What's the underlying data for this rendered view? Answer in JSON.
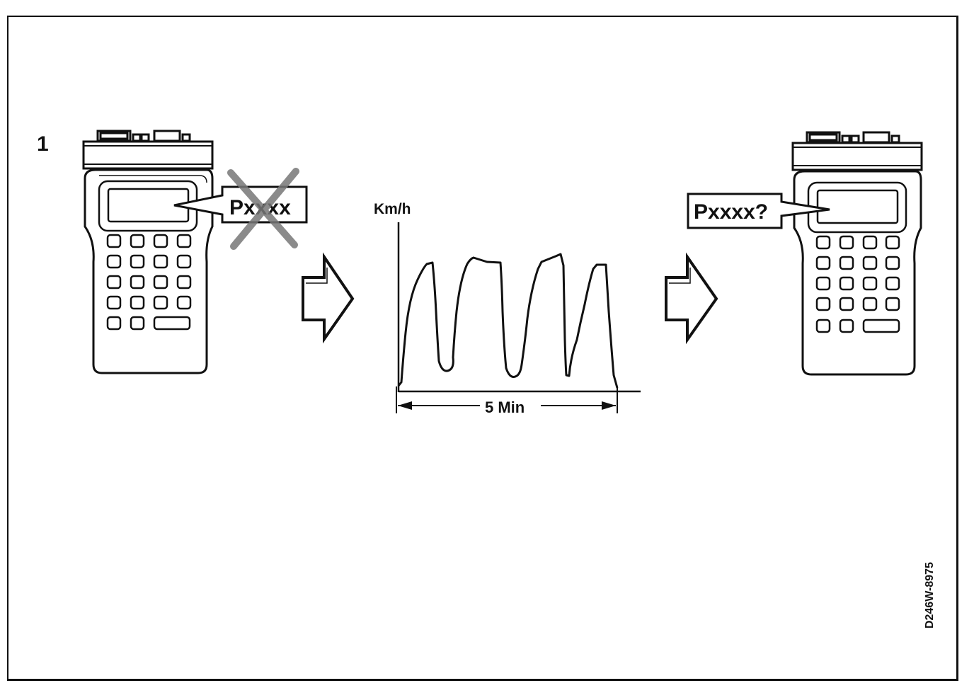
{
  "figure": {
    "step_number": "1",
    "left_device": {
      "bubble_text": "Pxxxx",
      "crossed_out": true
    },
    "right_device": {
      "bubble_text": "Pxxxx?"
    },
    "chart": {
      "y_label": "Km/h",
      "duration_label": "5 Min"
    },
    "reference_code": "D246W-8975"
  },
  "colors": {
    "ink": "#111111",
    "paper": "#ffffff",
    "cross": "#777777"
  }
}
